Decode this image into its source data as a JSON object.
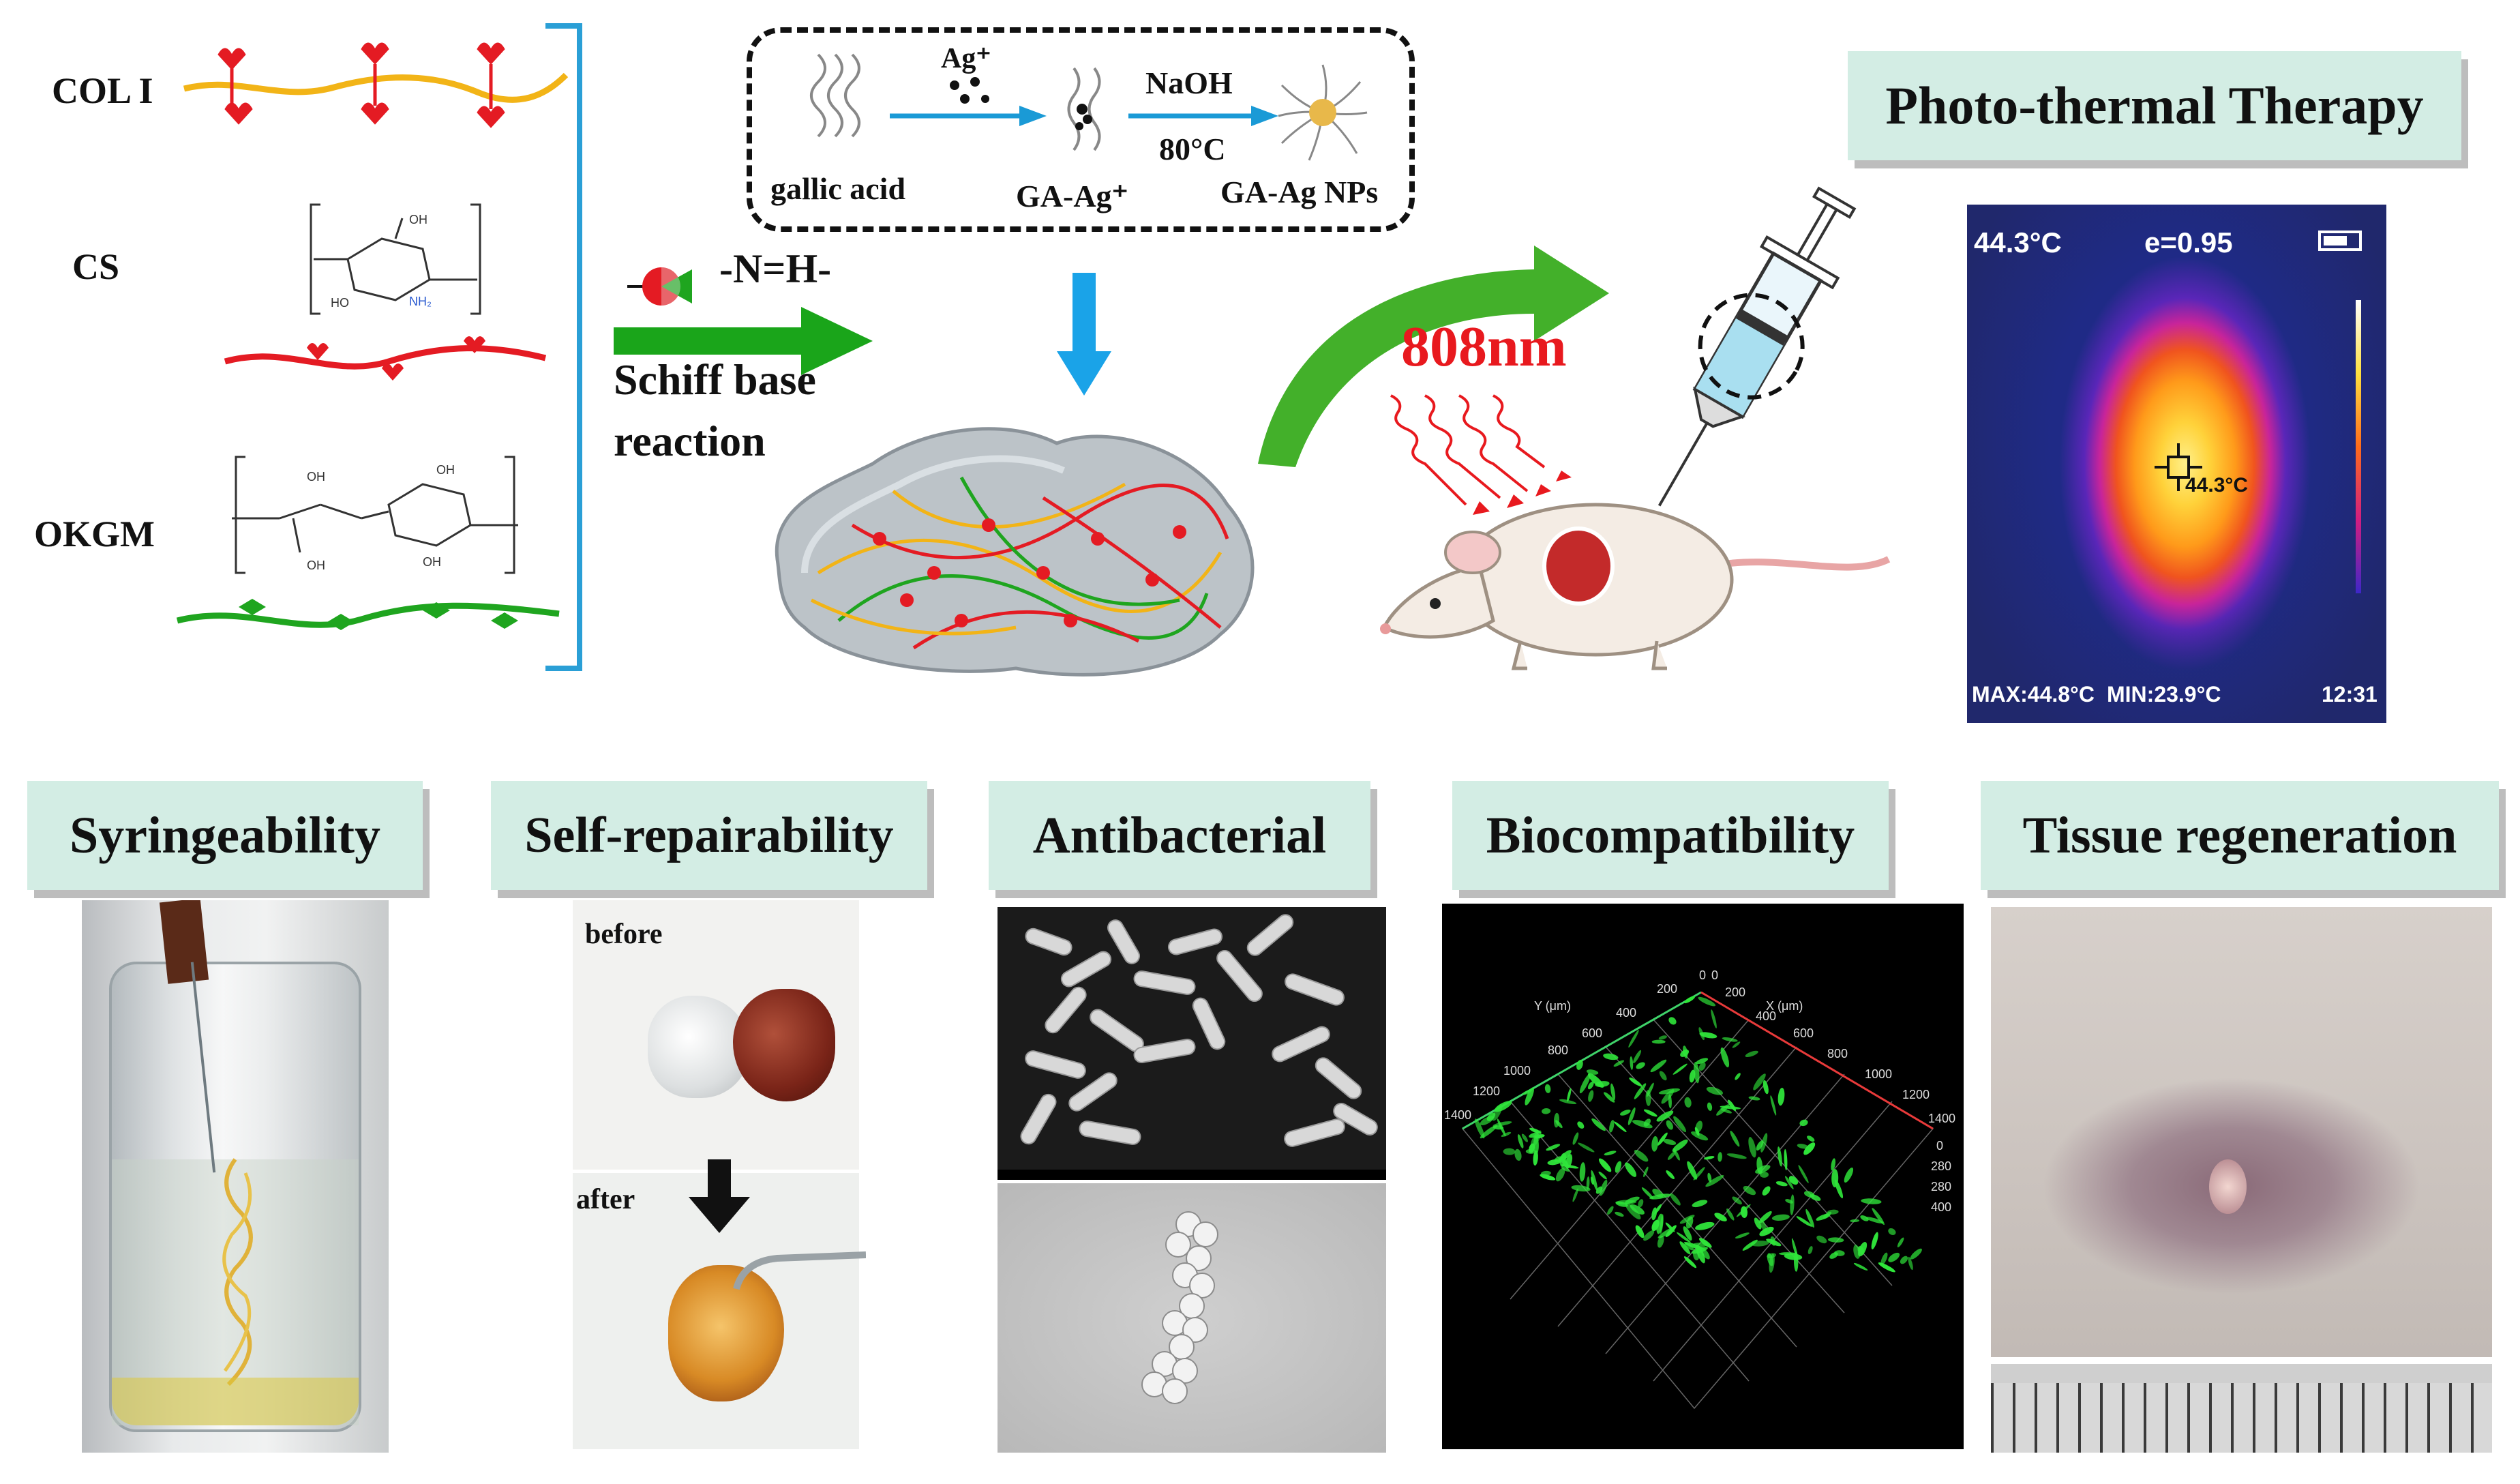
{
  "polymers": {
    "col1": "COL I",
    "cs": "CS",
    "okgm": "OKGM"
  },
  "synthesis": {
    "ag_ion": "Ag⁺",
    "naoh": "NaOH",
    "temp": "80°C",
    "gallic_acid": "gallic acid",
    "ga_ag": "GA-Ag⁺",
    "ga_ag_nps": "GA-Ag NPs"
  },
  "reaction": {
    "bond": "-N=H-",
    "line1": "Schiff base",
    "line2": "reaction"
  },
  "laser": "808nm",
  "thermal": {
    "title": "Photo-thermal Therapy",
    "temp_top": "44.3°C",
    "emissivity": "e=0.95",
    "spot_temp": "44.3°C",
    "max": "MAX:44.8°C",
    "min": "MIN:23.9°C",
    "time": "12:31"
  },
  "properties": {
    "syringe": "Syringeability",
    "self_repair": "Self-repairability",
    "antibacterial": "Antibacterial",
    "biocompat": "Biocompatibility",
    "tissue": "Tissue regeneration"
  },
  "self_repair_panel": {
    "before": "before",
    "after": "after"
  },
  "confocal": {
    "y_axis": "Y (μm)",
    "x_axis": "X (μm)",
    "ticks_y": [
      "200",
      "400",
      "600",
      "800",
      "1000",
      "1200",
      "1400"
    ],
    "ticks_x": [
      "0",
      "200",
      "400",
      "600",
      "800",
      "1000",
      "1200",
      "1400"
    ],
    "z_ticks": [
      "0",
      "280",
      "280",
      "400"
    ],
    "origin": "0"
  },
  "colors": {
    "tag_bg": "#d3ede4",
    "bracket": "#2a9fd6",
    "green_arrow": "#1aa51a",
    "blue_arrow": "#1aa3e8",
    "laser_red": "#e8191e"
  }
}
